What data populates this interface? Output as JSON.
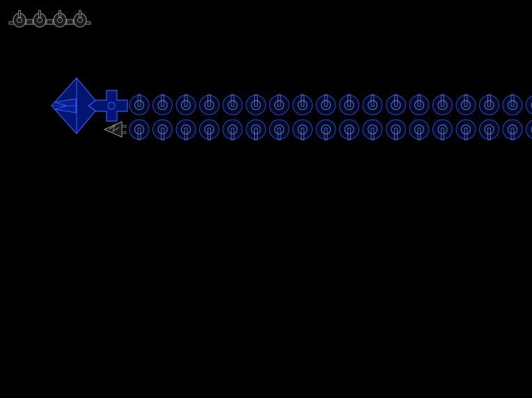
{
  "game": {
    "lives": 4,
    "colors": {
      "background": "#000000",
      "ship_fill": "#1a1a1a",
      "ship_stroke": "#9a9a9a",
      "boss_fill": "#03156e",
      "boss_stroke": "#2c5cff",
      "segment_fill": "#000a26",
      "segment_stroke": "#1f48d8",
      "segment_core_stroke": "#5d7be0"
    },
    "icons": {
      "life": "ship-life-icon",
      "player": "player-ship-icon",
      "boss_head": "boss-head-icon",
      "segment": "serpent-segment-icon"
    },
    "serpent": {
      "rows": 2,
      "segments_per_row": 18
    }
  }
}
